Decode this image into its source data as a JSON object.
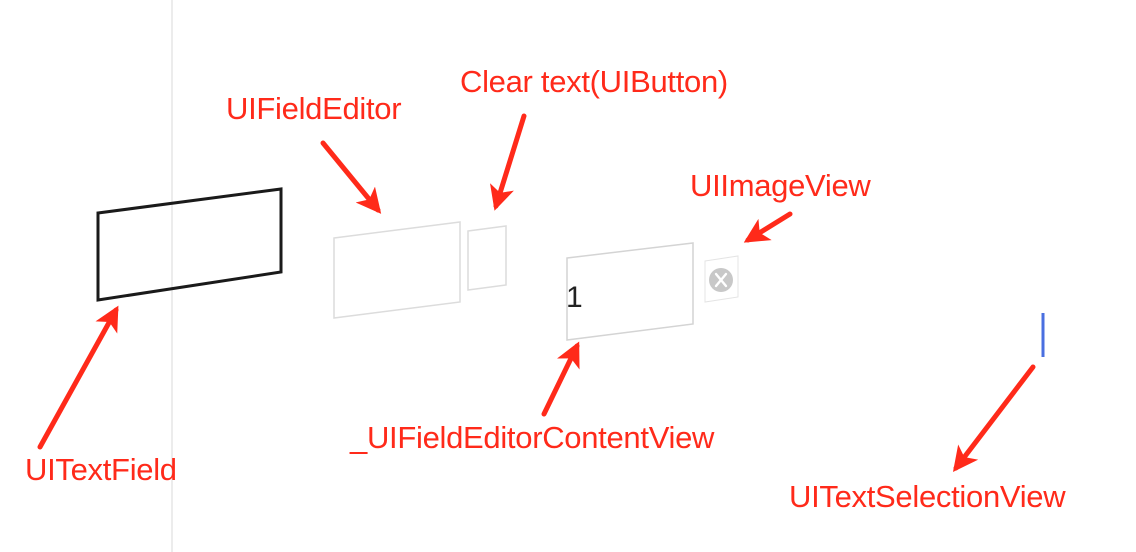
{
  "colors": {
    "annotation": "#ff2a1a",
    "cursor": "#4a6fe0",
    "clear_button": "#c8c8c8",
    "frame_dark": "#1a1a1a",
    "frame_light": "#d9d9d9",
    "divider": "#ececec"
  },
  "labels": {
    "ui_field_editor": "UIFieldEditor",
    "clear_text_button": "Clear text(UIButton)",
    "ui_image_view": "UIImageView",
    "ui_text_field": "UITextField",
    "field_editor_content_view": "_UIFieldEditorContentView",
    "text_selection_view": "UITextSelectionView"
  },
  "text_content": "1",
  "icons": {
    "clear_button": "x-circle-icon",
    "arrow": "arrow-icon",
    "cursor": "text-cursor-icon"
  }
}
